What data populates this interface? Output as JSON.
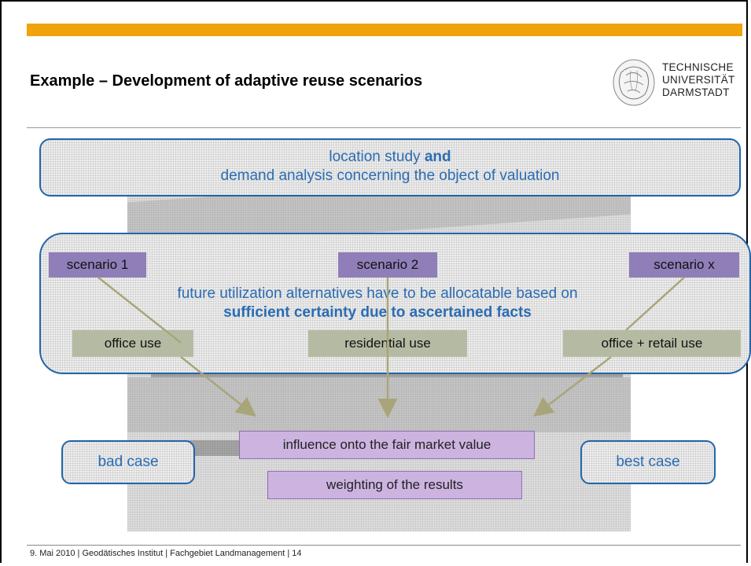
{
  "slide": {
    "title": "Example – Development of adaptive reuse scenarios",
    "logo": {
      "line1": "TECHNISCHE",
      "line2": "UNIVERSITÄT",
      "line3": "DARMSTADT"
    },
    "top_box": {
      "line1_a": "location study ",
      "line1_b": "and",
      "line2": "demand analysis concerning the object of valuation"
    },
    "scenarios": [
      "scenario 1",
      "scenario 2",
      "scenario x"
    ],
    "middle_text": {
      "line1": "future utilization alternatives have to be allocatable based on",
      "line2": "sufficient certainty due to ascertained facts"
    },
    "uses": [
      "office use",
      "residential use",
      "office + retail use"
    ],
    "result_boxes": {
      "influence": "influence onto the fair market value",
      "weighting": "weighting of the results"
    },
    "cases": {
      "bad": "bad case",
      "best": "best case"
    },
    "footer": "9. Mai 2010  |  Geodätisches Institut  |  Fachgebiet Landmanagement  |  14",
    "colors": {
      "accent_bar": "#f0a30a",
      "box_border": "#2266aa",
      "text_blue": "#2a6cb3",
      "scenario_fill": "#8f7eb8",
      "use_fill": "#b5bba3",
      "result_fill": "#ccb3e0",
      "arrow": "#a9a57a"
    }
  }
}
